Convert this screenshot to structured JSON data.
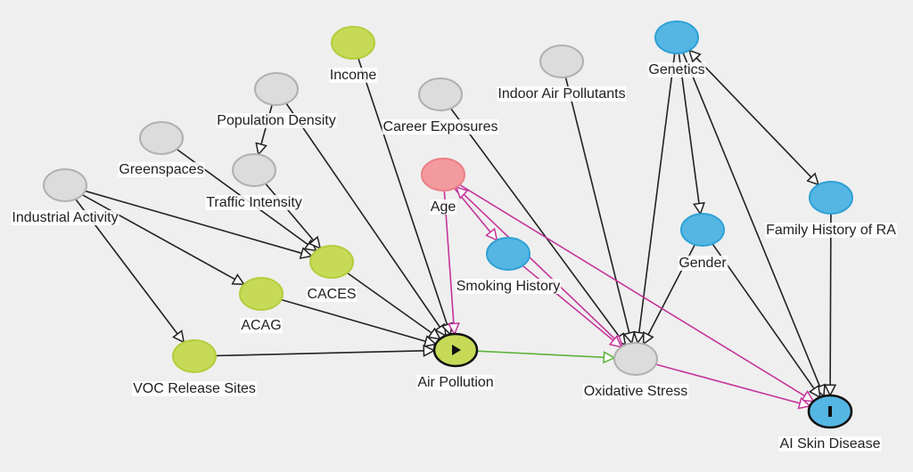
{
  "colors": {
    "background": "#efefef",
    "exposure": "#c7da58",
    "exposure_stroke": "#b5cc3c",
    "outcome": "#55b6e3",
    "outcome_stroke": "#2fa1d6",
    "adjusted": "#f39a9e",
    "adjusted_stroke": "#ec7f86",
    "other": "#dcdcdc",
    "other_stroke": "#b0b0b0",
    "edge_default": "#222222",
    "edge_biasing": "#c5359a",
    "edge_causal": "#5fb33b"
  },
  "nodes": [
    {
      "id": "income",
      "label": "Income",
      "kind": "exposure-ancestor"
    },
    {
      "id": "popdens",
      "label": "Population Density",
      "kind": "other"
    },
    {
      "id": "greenspaces",
      "label": "Greenspaces",
      "kind": "other"
    },
    {
      "id": "traffic",
      "label": "Traffic Intensity",
      "kind": "other"
    },
    {
      "id": "industrial",
      "label": "Industrial Activity",
      "kind": "other"
    },
    {
      "id": "caces",
      "label": "CACES",
      "kind": "exposure-ancestor"
    },
    {
      "id": "acag",
      "label": "ACAG",
      "kind": "exposure-ancestor"
    },
    {
      "id": "voc",
      "label": "VOC Release Sites",
      "kind": "exposure-ancestor"
    },
    {
      "id": "airpollution",
      "label": "Air Pollution",
      "kind": "exposure",
      "marker": "play-icon"
    },
    {
      "id": "career",
      "label": "Career Exposures",
      "kind": "other"
    },
    {
      "id": "indoor",
      "label": "Indoor Air Pollutants",
      "kind": "other"
    },
    {
      "id": "age",
      "label": "Age",
      "kind": "adjusted"
    },
    {
      "id": "smoking",
      "label": "Smoking History",
      "kind": "outcome-ancestor"
    },
    {
      "id": "oxidative",
      "label": "Oxidative Stress",
      "kind": "other"
    },
    {
      "id": "genetics",
      "label": "Genetics",
      "kind": "outcome-ancestor"
    },
    {
      "id": "gender",
      "label": "Gender",
      "kind": "outcome-ancestor"
    },
    {
      "id": "famhist",
      "label": "Family History of RA",
      "kind": "outcome-ancestor"
    },
    {
      "id": "skindisease",
      "label": "AI Skin Disease",
      "kind": "outcome",
      "marker": "outcome-bar-icon"
    }
  ],
  "edges": [
    {
      "from": "popdens",
      "to": "traffic",
      "type": "default"
    },
    {
      "from": "popdens",
      "to": "airpollution",
      "type": "default"
    },
    {
      "from": "income",
      "to": "airpollution",
      "type": "default"
    },
    {
      "from": "greenspaces",
      "to": "caces",
      "type": "default"
    },
    {
      "from": "traffic",
      "to": "caces",
      "type": "default"
    },
    {
      "from": "industrial",
      "to": "caces",
      "type": "default"
    },
    {
      "from": "industrial",
      "to": "acag",
      "type": "default"
    },
    {
      "from": "industrial",
      "to": "voc",
      "type": "default"
    },
    {
      "from": "caces",
      "to": "airpollution",
      "type": "default"
    },
    {
      "from": "acag",
      "to": "airpollution",
      "type": "default"
    },
    {
      "from": "voc",
      "to": "airpollution",
      "type": "default"
    },
    {
      "from": "career",
      "to": "oxidative",
      "type": "default"
    },
    {
      "from": "indoor",
      "to": "oxidative",
      "type": "default"
    },
    {
      "from": "genetics",
      "to": "oxidative",
      "type": "default"
    },
    {
      "from": "genetics",
      "to": "gender",
      "type": "default"
    },
    {
      "from": "genetics",
      "to": "skindisease",
      "type": "default"
    },
    {
      "from": "genetics",
      "to": "famhist",
      "type": "default",
      "bidirected": true
    },
    {
      "from": "gender",
      "to": "oxidative",
      "type": "default"
    },
    {
      "from": "gender",
      "to": "skindisease",
      "type": "default"
    },
    {
      "from": "famhist",
      "to": "skindisease",
      "type": "default"
    },
    {
      "from": "age",
      "to": "airpollution",
      "type": "biasing"
    },
    {
      "from": "age",
      "to": "smoking",
      "type": "biasing"
    },
    {
      "from": "age",
      "to": "oxidative",
      "type": "biasing",
      "bidirected": true
    },
    {
      "from": "age",
      "to": "skindisease",
      "type": "biasing"
    },
    {
      "from": "smoking",
      "to": "oxidative",
      "type": "biasing"
    },
    {
      "from": "oxidative",
      "to": "skindisease",
      "type": "biasing"
    },
    {
      "from": "airpollution",
      "to": "oxidative",
      "type": "causal"
    }
  ]
}
